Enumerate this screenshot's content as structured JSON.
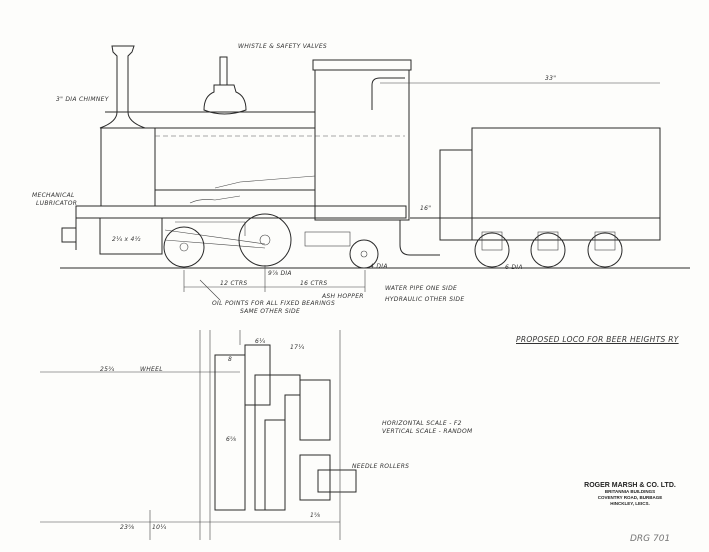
{
  "title": "PROPOSED LOCO FOR BEER HEIGHTS RY",
  "labels": {
    "whistle": "WHISTLE & SAFETY VALVES",
    "chimney": "3\" DIA CHIMNEY",
    "lubricator_1": "MECHANICAL",
    "lubricator_2": "LUBRICATOR",
    "cab_length": "33\"",
    "cylinder": "2¼ x 4½",
    "wheel_dia": "9⅞ DIA",
    "ctrs_1": "12 CTRS",
    "ctrs_2": "16 CTRS",
    "ash_hopper": "ASH HOPPER",
    "small_wheel": "4 DIA",
    "tender_wheel": "6 DIA",
    "oil_1": "OIL POINTS FOR ALL FIXED BEARINGS",
    "oil_2": "SAME OTHER SIDE",
    "water_1": "WATER PIPE ONE SIDE",
    "water_2": "HYDRAULIC OTHER SIDE",
    "height": "16\"",
    "scale_1": "HORIZONTAL SCALE - F2",
    "scale_2": "VERTICAL SCALE - RANDOM",
    "needle": "NEEDLE ROLLERS",
    "dim_25": "25¾",
    "wheel": "WHEEL",
    "dim_64": "6¼",
    "dim_174": "17¼",
    "dim_8": "8",
    "dim_6": "6⅝",
    "dim_23": "23⅝",
    "dim_10": "10¼",
    "dim_15": "1⅝"
  },
  "company": {
    "name": "ROGER MARSH & CO. LTD.",
    "address_1": "BRITANNIA BUILDINGS",
    "address_2": "COVENTRY ROAD, BURBAGE",
    "address_3": "HINCKLEY, LEICS."
  },
  "drawing_number": "DRG 701"
}
